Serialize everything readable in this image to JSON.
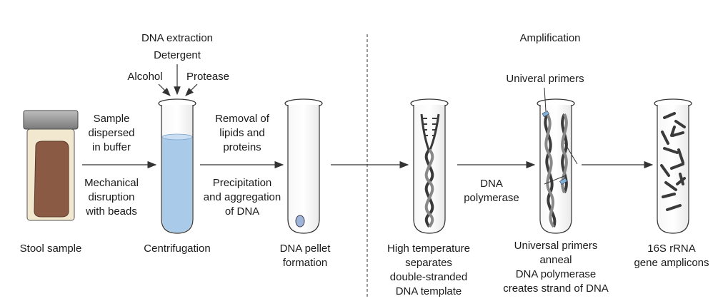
{
  "headers": {
    "dna_extraction": "DNA extraction",
    "amplification": "Amplification"
  },
  "reagents": {
    "detergent": "Detergent",
    "alcohol": "Alcohol",
    "protease": "Protease",
    "universal_primers_top": "Univeral primers"
  },
  "steps": [
    {
      "id": "stool",
      "caption": "Stool sample"
    },
    {
      "id": "centrifugation",
      "caption": "Centrifugation"
    },
    {
      "id": "pellet",
      "caption_lines": [
        "DNA pellet",
        "formation"
      ]
    },
    {
      "id": "high-temp",
      "caption_lines": [
        "High temperature",
        "separates",
        "double-stranded",
        "DNA template"
      ]
    },
    {
      "id": "anneal",
      "caption_lines": [
        "Universal primers",
        "anneal",
        "DNA polymerase",
        "creates strand of DNA"
      ]
    },
    {
      "id": "amplicons",
      "caption_lines": [
        "16S rRNA",
        "gene amplicons"
      ]
    }
  ],
  "arrow_labels": {
    "sample_dispersed": [
      "Sample",
      "dispersed",
      "in buffer"
    ],
    "mechanical": [
      "Mechanical",
      "disruption",
      "with beads"
    ],
    "removal": [
      "Removal of",
      "lipids and",
      "proteins"
    ],
    "precipitation": [
      "Precipitation",
      "and aggregation",
      "of DNA"
    ],
    "polymerase": [
      "DNA",
      "polymerase"
    ]
  },
  "colors": {
    "buffer_blue": "#a9cbe9",
    "stool_brown": "#8a5a44",
    "jar_glass": "#efe4c8",
    "lid_grey": "#8c8c8c",
    "dna_dark": "#3a3a3a",
    "primer_blue": "#7fb2d6",
    "tube_outline": "#333333"
  }
}
